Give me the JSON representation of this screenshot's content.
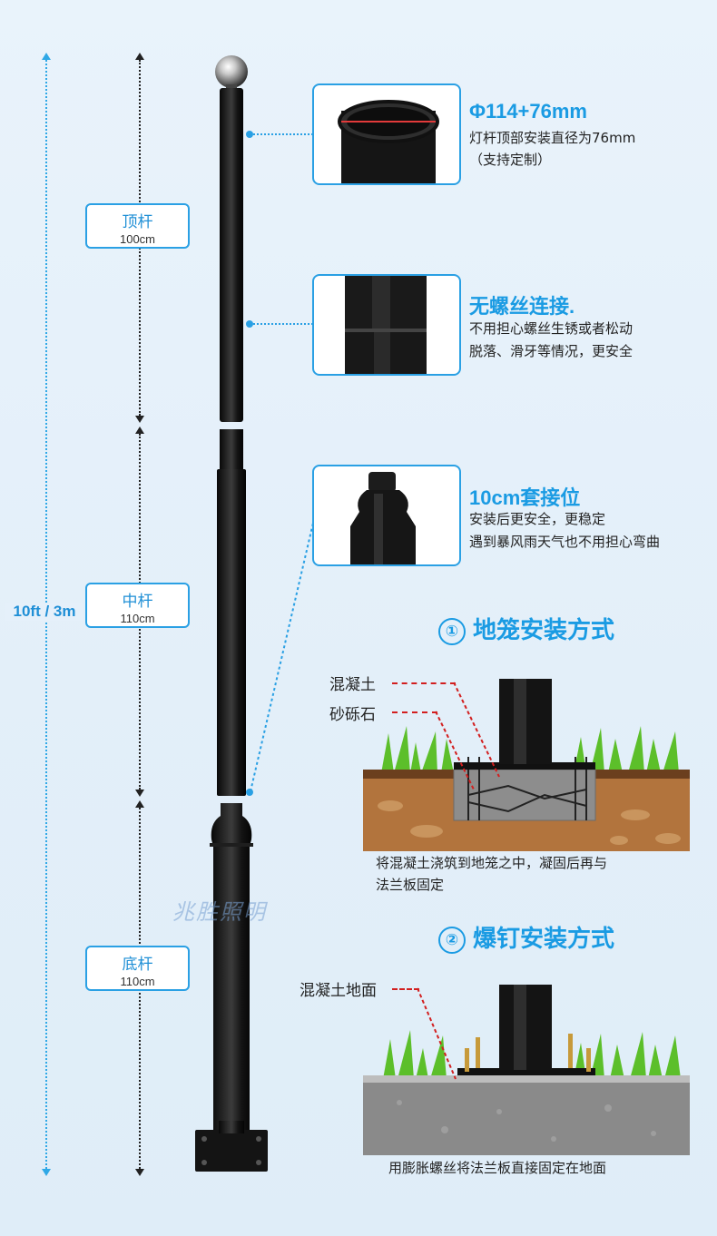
{
  "total_height": "10ft / 3m",
  "segments": [
    {
      "name": "顶杆",
      "length": "100cm"
    },
    {
      "name": "中杆",
      "length": "110cm"
    },
    {
      "name": "底杆",
      "length": "110cm"
    }
  ],
  "features": [
    {
      "title": "Φ114+76mm",
      "lines": [
        "灯杆顶部安装直径为76mm",
        "（支持定制）"
      ]
    },
    {
      "title": "无螺丝连接.",
      "lines": [
        "不用担心螺丝生锈或者松动",
        "脱落、滑牙等情况，更安全"
      ]
    },
    {
      "title": "10cm套接位",
      "lines": [
        "安装后更安全，更稳定",
        "遇到暴风雨天气也不用担心弯曲"
      ]
    }
  ],
  "install_methods": [
    {
      "number": "①",
      "title": "地笼安装方式",
      "labels": [
        "混凝土",
        "砂砾石"
      ],
      "caption_lines": [
        "将混凝土浇筑到地笼之中，凝固后再与",
        "法兰板固定"
      ]
    },
    {
      "number": "②",
      "title": "爆钉安装方式",
      "labels": [
        "混凝土地面"
      ],
      "caption_lines": [
        "用膨胀螺丝将法兰板直接固定在地面"
      ]
    }
  ],
  "watermark": "兆胜照明",
  "colors": {
    "accent": "#1a9be3",
    "pole": "#111111",
    "lead_red": "#d21f1f",
    "soil": "#b0733d",
    "grass": "#5bbf2a"
  }
}
